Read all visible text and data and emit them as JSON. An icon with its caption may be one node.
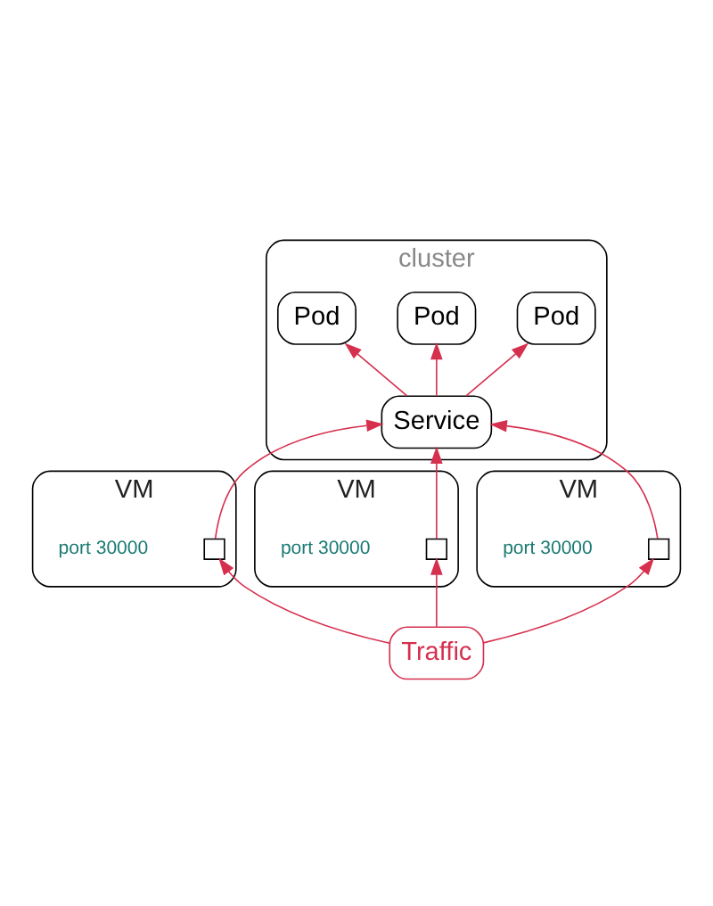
{
  "diagram": {
    "nodes": [
      {
        "text": [
          "cluster"
        ]
      },
      {
        "text": [
          "Service"
        ],
        "in": 0
      },
      {
        "text": [
          "Pod"
        ],
        "in": 0
      },
      {
        "text": [
          "Pod"
        ],
        "in": 0
      },
      {
        "text": [
          "Pod"
        ],
        "in": 0
      },
      {
        "text": [
          "VM"
        ]
      },
      {
        "text": [
          "VM"
        ]
      },
      {
        "text": [
          "VM"
        ]
      },
      {
        "text": [],
        "shape": "box",
        "in": 5,
        "beside": [
          "port 30000"
        ]
      },
      {
        "text": [],
        "shape": "box",
        "in": 6,
        "beside": [
          "port 30000"
        ]
      },
      {
        "text": [],
        "shape": "box",
        "in": 7,
        "beside": [
          "port 30000"
        ]
      },
      {
        "text": [
          "Traffic"
        ]
      }
    ],
    "edges": [
      {
        "from": 1,
        "to": 2,
        "arrow": "to"
      },
      {
        "from": 1,
        "to": 3,
        "arrow": "to"
      },
      {
        "from": 1,
        "to": 4,
        "arrow": "to"
      },
      {
        "from": 11,
        "to": 8,
        "arrow": "to"
      },
      {
        "from": 11,
        "to": 9,
        "arrow": "to"
      },
      {
        "from": 11,
        "to": 10,
        "arrow": "to"
      },
      {
        "from": 8,
        "to": 1,
        "arrow": "to"
      },
      {
        "from": 9,
        "to": 1,
        "arrow": "to"
      },
      {
        "from": 10,
        "to": 1,
        "arrow": "to"
      }
    ]
  }
}
